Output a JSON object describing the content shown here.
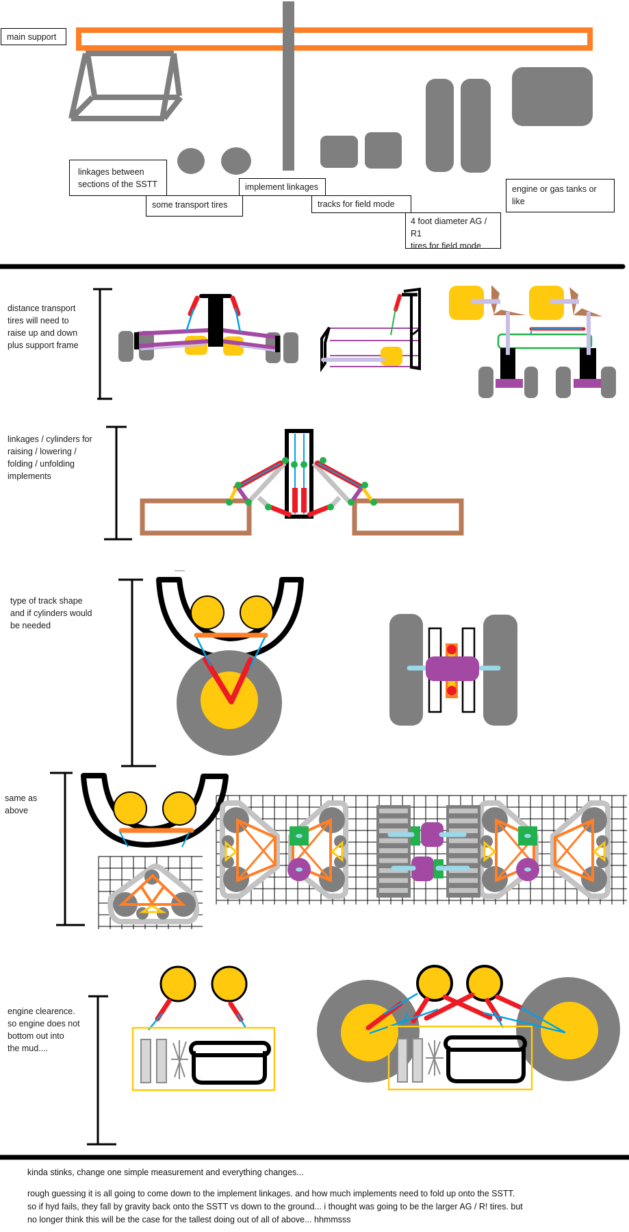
{
  "legend_labels": {
    "main_support": "main support",
    "linkages_between_sections": "linkages between\nsections of the SSTT",
    "transport_tires": "some transport tires",
    "implement_linkages": "implement linkages",
    "tracks_field_mode": "tracks for field mode",
    "ag_r1_tires": "4 foot diameter AG / R1\ntires for field mode",
    "engine_gas_tanks": "engine or gas tanks or\nlike"
  },
  "sections": [
    {
      "id": "transport-tires-distance",
      "caption": "distance transport\ntires will need to\nraise up and down\nplus support frame"
    },
    {
      "id": "implement-linkages",
      "caption": "linkages / cylinders for\nraising / lowering /\nfolding / unfolding\nimplements"
    },
    {
      "id": "track-shape",
      "caption": "type of track shape\nand if cylinders would\nbe needed"
    },
    {
      "id": "same-as-above",
      "caption": "same as\nabove"
    },
    {
      "id": "engine-clearance",
      "caption": "engine clearence.\nso engine does not\nbottom out into\nthe mud...."
    }
  ],
  "notes": {
    "line1": "kinda stinks, change one simple measurement and everything changes...",
    "line2": "rough guessing it is all going to come down to the implement linkages. and how much implements need to fold up onto the SSTT.",
    "line3": "so if hyd fails, they fall by gravity back onto the SSTT vs down to the ground... i thought was going to be the larger AG / R! tires. but",
    "line4": "no longer think this will be the case for the tallest doing out of all of above...  hhmmsss"
  },
  "colors": {
    "orange": "#ff7f27",
    "gray": "#7f7f7f",
    "light_gray": "#c3c3c3",
    "yellow": "#ffc90e",
    "purple": "#a349a4",
    "lavender": "#c8bfe7",
    "red": "#ed1c24",
    "blue": "#00a2e8",
    "light_blue": "#99d9ea",
    "green": "#22b14c",
    "brown": "#b97a57",
    "black": "#000000"
  }
}
